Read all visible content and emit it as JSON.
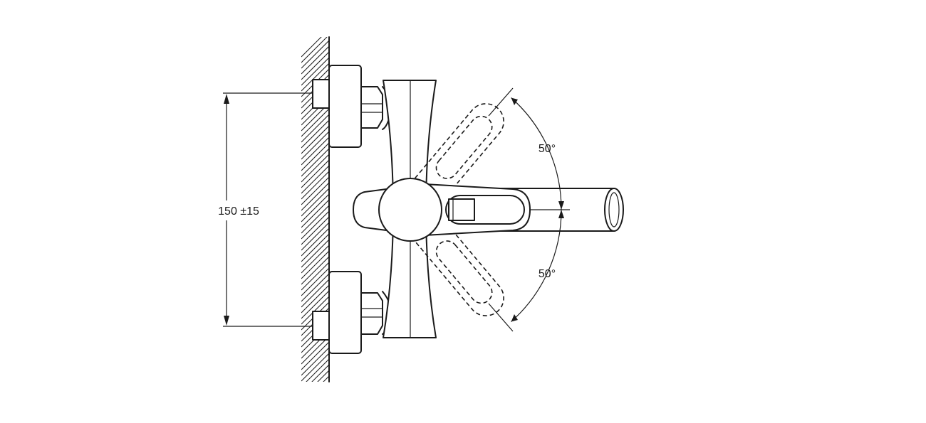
{
  "dimensions": {
    "mount_spacing": "150 ±15",
    "upper_lever_angle": "50°",
    "lower_lever_angle": "50°"
  }
}
